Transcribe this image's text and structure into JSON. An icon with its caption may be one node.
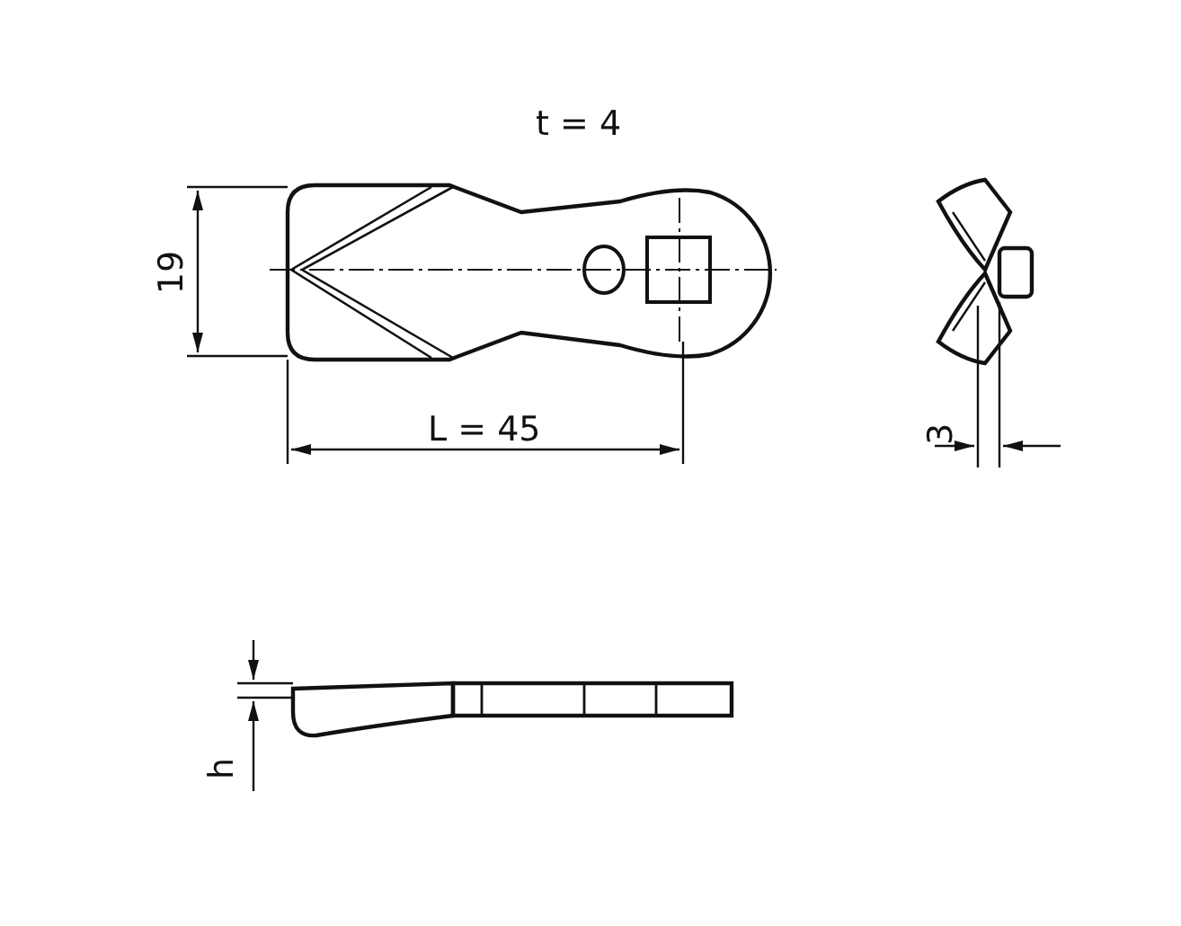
{
  "diagram": {
    "labels": [
      "t = 4",
      "19",
      "L = 45",
      "3",
      "h"
    ]
  }
}
